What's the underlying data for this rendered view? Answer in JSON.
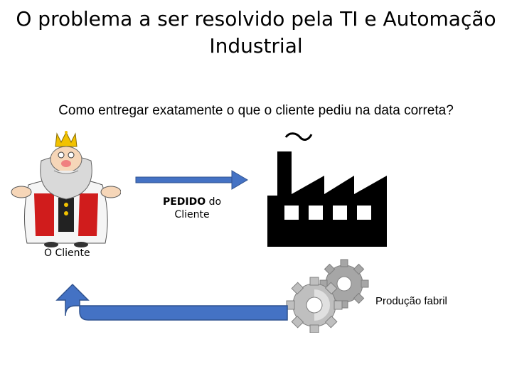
{
  "title": {
    "line1": "O problema a ser resolvido pela TI e Automação",
    "line2": "Industrial"
  },
  "subtitle": "Como entregar exatamente o que o cliente pediu na data correta?",
  "order_label": {
    "bold": "PEDIDO",
    "rest": " do",
    "line2": "Cliente"
  },
  "client_label": "O Cliente",
  "production_label": "Produção fabril",
  "icons": [
    "king-icon",
    "factory-icon",
    "gears-icon",
    "arrow-right-icon",
    "curved-arrow-icon"
  ],
  "colors": {
    "arrow_fill": "#4472c4",
    "arrow_stroke": "#2f528f",
    "factory": "#000000",
    "gears": "#a6a6a6"
  }
}
